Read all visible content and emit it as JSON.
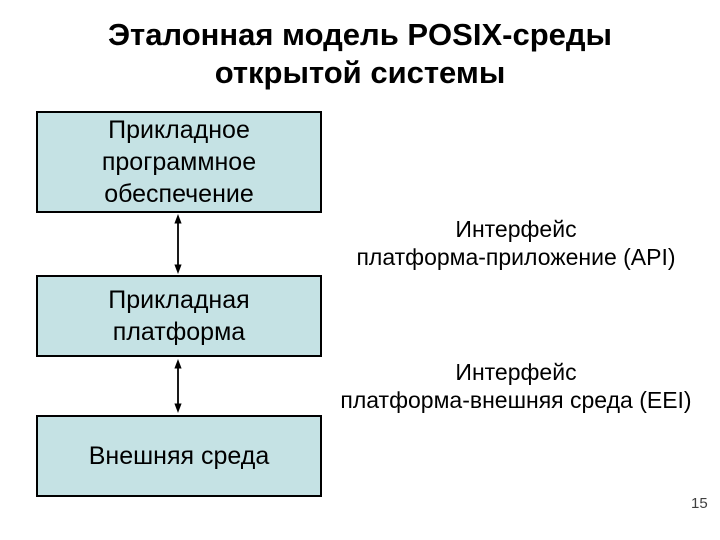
{
  "slide": {
    "title": "Эталонная модель POSIX-среды\nоткрытой системы",
    "page_number": "15"
  },
  "colors": {
    "background": "#ffffff",
    "box_fill": "#c5e2e4",
    "box_border": "#000000",
    "text": "#000000"
  },
  "diagram": {
    "boxes": [
      {
        "label": "Прикладное\nпрограммное\nобеспечение"
      },
      {
        "label": "Прикладная\nплатформа"
      },
      {
        "label": "Внешняя среда"
      }
    ],
    "connectors": [
      {
        "icon": "double-headed-arrow",
        "between": [
          "Прикладное программное обеспечение",
          "Прикладная платформа"
        ]
      },
      {
        "icon": "double-headed-arrow",
        "between": [
          "Прикладная платформа",
          "Внешняя среда"
        ]
      }
    ],
    "interface_labels": [
      {
        "text": "Интерфейс\nплатформа-приложение (API)"
      },
      {
        "text": "Интерфейс\nплатформа-внешняя среда (EEI)"
      }
    ]
  }
}
